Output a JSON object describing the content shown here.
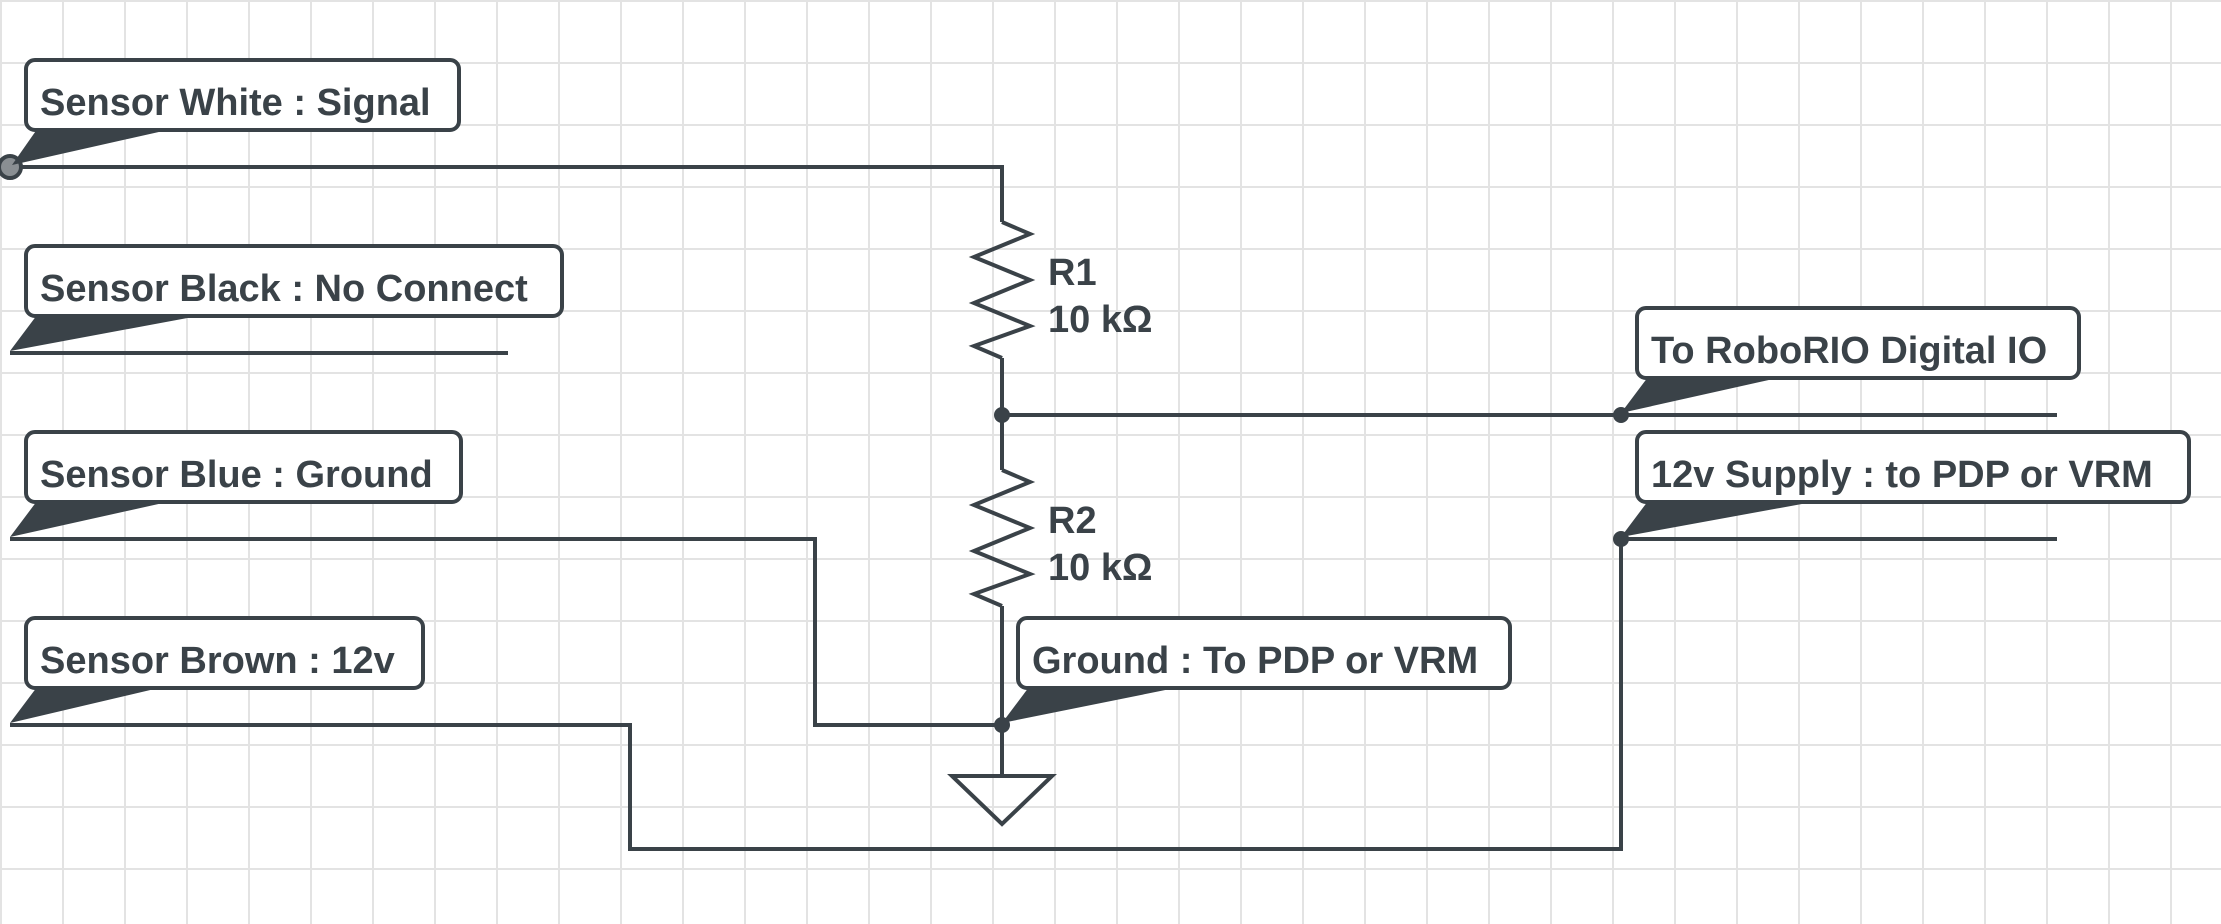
{
  "colors": {
    "wire": "#3a4248",
    "grid": "#e3e3e3",
    "background": "#ffffff",
    "open_terminal": "#8a8f93"
  },
  "net_labels": {
    "sensor_white": "Sensor White : Signal",
    "sensor_black": "Sensor Black : No Connect",
    "sensor_blue": "Sensor Blue : Ground",
    "sensor_brown": "Sensor Brown : 12v",
    "roborio": "To RoboRIO Digital IO",
    "supply": "12v Supply : to PDP or VRM",
    "ground": "Ground : To PDP or VRM"
  },
  "components": {
    "r1": {
      "designator": "R1",
      "value": "10 kΩ"
    },
    "r2": {
      "designator": "R2",
      "value": "10 kΩ"
    }
  },
  "symbols": [
    "resistor-icon",
    "resistor-icon",
    "ground-symbol-icon",
    "open-terminal-icon"
  ]
}
